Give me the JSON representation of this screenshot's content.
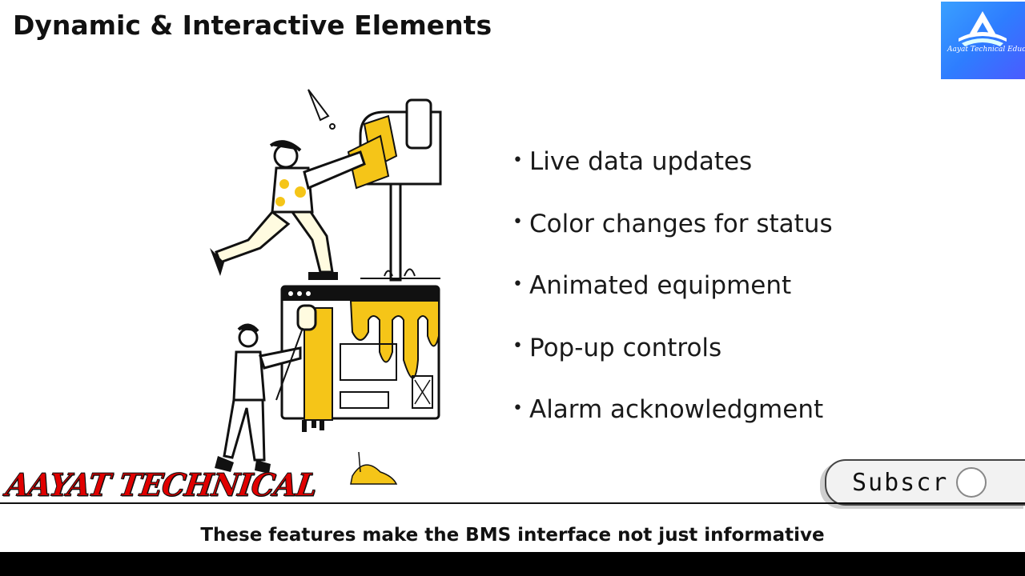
{
  "title": "Dynamic & Interactive Elements",
  "logo": {
    "text": "Aayat Technical Educat",
    "icon": "book-logo-icon"
  },
  "bullets": [
    {
      "text": "Live data updates"
    },
    {
      "text": "Color changes for status"
    },
    {
      "text": "Animated equipment"
    },
    {
      "text": "Pop-up controls"
    },
    {
      "text": "Alarm acknowledgment"
    }
  ],
  "bullet_marker": "•",
  "brand": "AAYAT TECHNICAL",
  "subscribe": {
    "label": "Subscr  e"
  },
  "caption": "These features make the BMS interface not just informative",
  "colors": {
    "accent": "#f5c518",
    "brand": "#e00000",
    "logo_bg": "#2e7dff"
  },
  "illustration": {
    "icon": "people-painting-screen-illustration"
  }
}
